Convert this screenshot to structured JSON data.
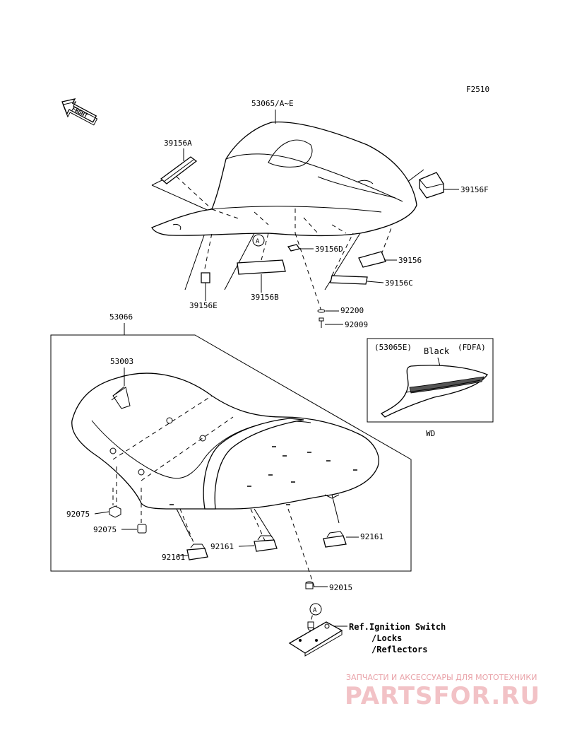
{
  "figure_code": "F2510",
  "front_arrow_text": "FRONT",
  "callouts": {
    "p53065": "53065/A~E",
    "p39156A": "39156A",
    "p39156F": "39156F",
    "p39156D": "39156D",
    "p39156": "39156",
    "p39156C": "39156C",
    "p39156B": "39156B",
    "p39156E": "39156E",
    "p92200": "92200",
    "p92009": "92009",
    "p53066": "53066",
    "p53003": "53003",
    "p92075a": "92075",
    "p92075b": "92075",
    "p92161a": "92161",
    "p92161b": "92161",
    "p92161c": "92161",
    "p92015": "92015"
  },
  "ref_marker": "A",
  "ref_text": {
    "line1": "Ref.Ignition Switch",
    "line2": "/Locks",
    "line3": "/Reflectors"
  },
  "inset": {
    "model_code": "(53065E)",
    "color_label": "Black",
    "region_code": "(FDFA)",
    "caption": "WD"
  },
  "watermark": {
    "top_line": "ЗАПЧАСТИ И АКСЕССУАРЫ ДЛЯ МОТОТЕХНИКИ",
    "logo_text": "PARTSFOR.RU"
  }
}
